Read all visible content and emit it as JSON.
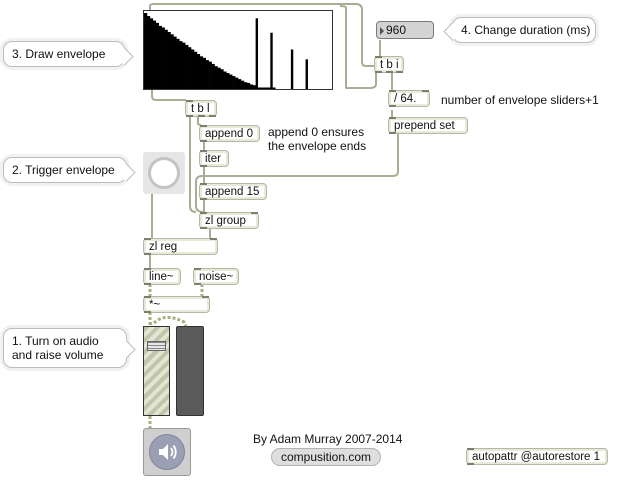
{
  "bubbles": {
    "draw_envelope": "3. Draw envelope",
    "change_duration": "4. Change duration (ms)",
    "trigger_envelope": "2. Trigger envelope",
    "turn_on_audio_line1": "1. Turn on audio",
    "turn_on_audio_line2": "and raise volume"
  },
  "envelope": {
    "slider_values": [
      1.0,
      0.96,
      0.93,
      0.9,
      0.87,
      0.83,
      0.81,
      0.78,
      0.75,
      0.72,
      0.69,
      0.66,
      0.63,
      0.61,
      0.58,
      0.55,
      0.52,
      0.49,
      0.46,
      0.43,
      0.41,
      0.38,
      0.36,
      0.33,
      0.3,
      0.28,
      0.26,
      0.23,
      0.21,
      0.19,
      0.17,
      0.15,
      0.13,
      0.11,
      0.09,
      0.08,
      0.06,
      0.05,
      0.03,
      0.02,
      0.01,
      0.0,
      0.0,
      0.0,
      0.0,
      0.0,
      0.0,
      0.0,
      0.0,
      0.0,
      0.0,
      0.0,
      0.0,
      0.0,
      0.0,
      0.0,
      0.0,
      0.0,
      0.0,
      0.0,
      0.0,
      0.0,
      0.0,
      0.0
    ],
    "spikes": [
      {
        "index": 38,
        "value": 0.93
      },
      {
        "index": 43,
        "value": 0.74
      },
      {
        "index": 50,
        "value": 0.52
      },
      {
        "index": 55,
        "value": 0.39
      }
    ],
    "num_sliders": 64
  },
  "number_box": {
    "value": "960"
  },
  "objects": {
    "tbl_top": "t b l",
    "tbi": "t b i",
    "divide": "/ 64.",
    "prepend": "prepend set",
    "append0": "append 0",
    "iter": "iter",
    "append15": "append 15",
    "zlgroup": "zl group",
    "zlreg": "zl reg",
    "line": "line~",
    "noise": "noise~",
    "mult": "*~",
    "autopattr": "autopattr @autorestore 1"
  },
  "comments": {
    "append0_line1": "append 0 ensures",
    "append0_line2": "the envelope ends",
    "sliders_note": "number of envelope sliders+1",
    "credit": "By Adam Murray 2007-2014"
  },
  "link": {
    "label": "compusition.com"
  },
  "gain": {
    "level": 0.82
  },
  "colors": {
    "canvas": "#ffffff",
    "object_border": "#b4b8a6",
    "patchcord": "#a9ad94",
    "signal_cord": "#a9ad7f",
    "meter": "#5a5a5a",
    "number_box": "#d3d3d3"
  }
}
